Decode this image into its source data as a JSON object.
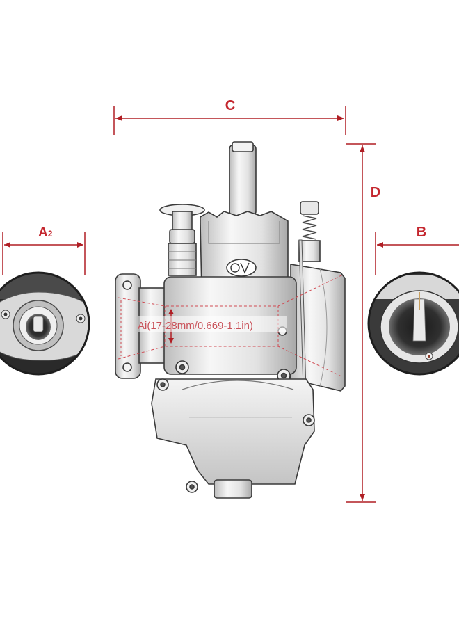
{
  "labels": {
    "c": "C",
    "d": "D",
    "a2_main": "A",
    "a2_sub": "2",
    "b": "B",
    "inner_diameter": "Ai(17-28mm/0.669-1.1in)"
  },
  "colors": {
    "dimension_line": "#b01e24",
    "label": "#c4262e",
    "inner_text": "#c9525a",
    "metal_light": "#f2f2f2",
    "metal_mid": "#d6d6d6",
    "metal_dark": "#8a8a8a",
    "outline": "#3a3a3a"
  },
  "icons": {
    "brand_logo": "brand-logo-icon",
    "inlet_view": "inlet-flange-icon",
    "outlet_view": "outlet-bell-icon"
  }
}
